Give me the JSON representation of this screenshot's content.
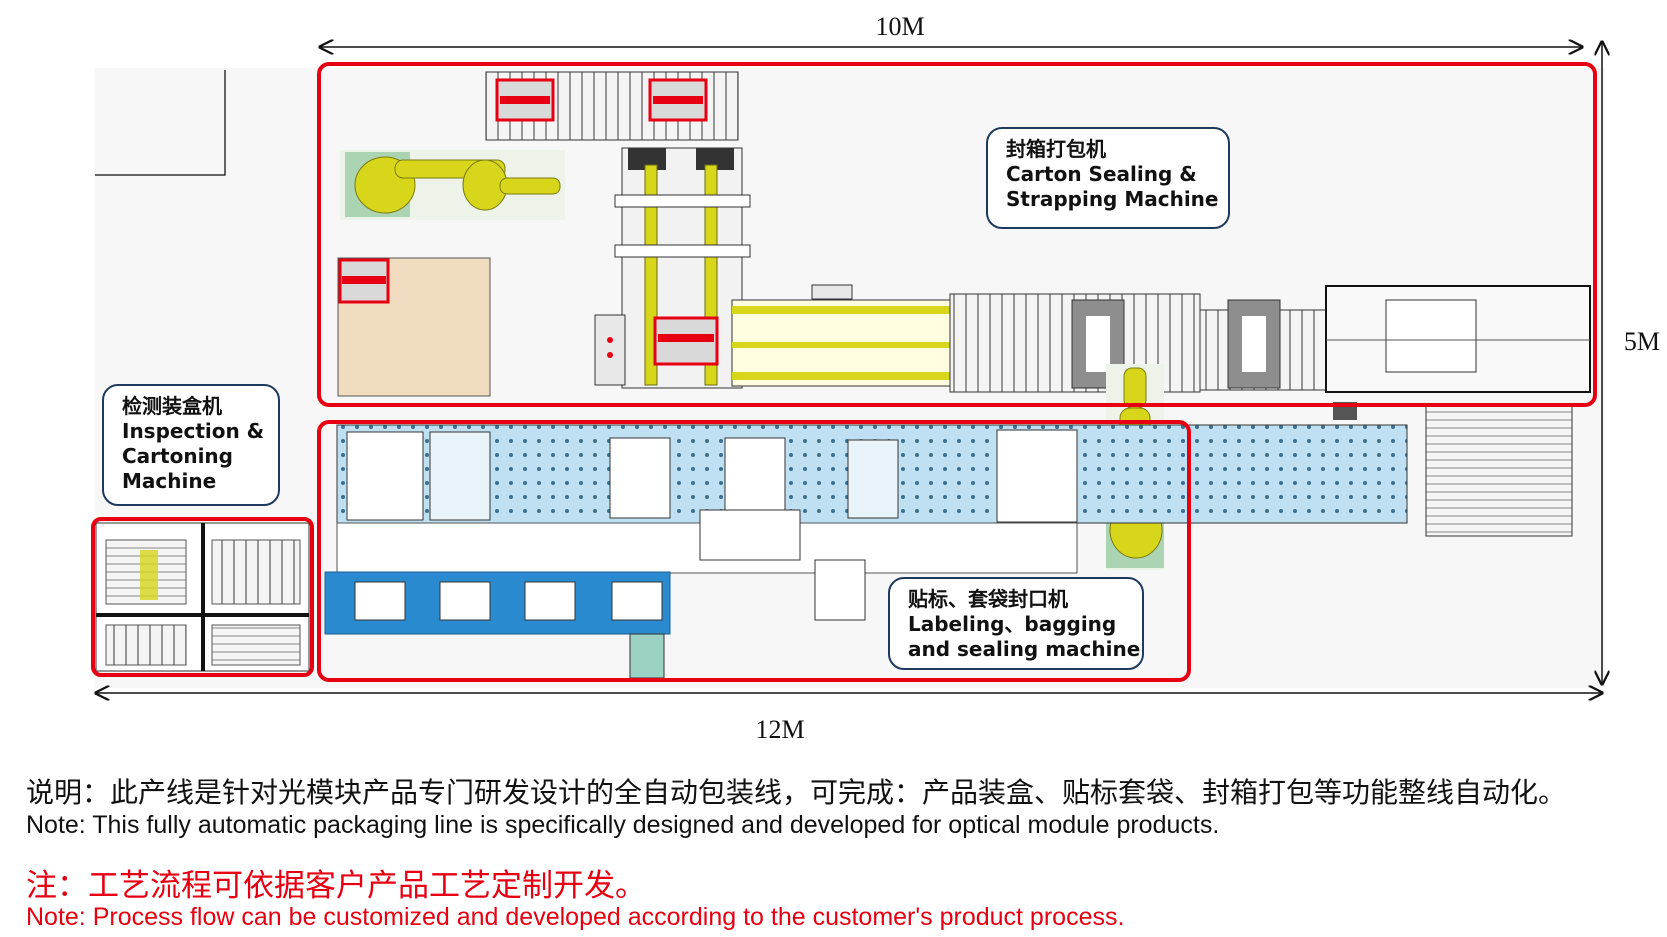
{
  "dimensions": {
    "top_width": "10M",
    "bottom_width": "12M",
    "right_height": "5M"
  },
  "callouts": {
    "carton_sealing": {
      "cn": "封箱打包机",
      "en1": "Carton Sealing &",
      "en2": "Strapping Machine"
    },
    "inspection": {
      "cn": "检测装盒机",
      "en1": "Inspection &",
      "en2": "Cartoning",
      "en3": "Machine"
    },
    "labeling": {
      "cn": "贴标、套袋封口机",
      "en1": "Labeling、bagging",
      "en2": "and sealing machine"
    }
  },
  "notes": {
    "description_cn": "说明：此产线是针对光模块产品专门研发设计的全自动包装线，可完成：产品装盒、贴标套袋、封箱打包等功能整线自动化。",
    "description_en": "Note: This fully automatic packaging line is specifically designed and developed for optical module products.",
    "custom_cn": "注：工艺流程可依据客户产品工艺定制开发。",
    "custom_en": "Note: Process flow can be customized and developed according to the customer's  product process."
  },
  "colors": {
    "zone_border": "#e60012",
    "callout_border": "#1f3a5f",
    "conveyor_blue": "#2a8ad0",
    "machine_light_blue": "#bfe0f2",
    "robot_yellow": "#d8d61a",
    "pallet_wood": "#f1dcc0"
  },
  "icons": [
    "robot-arm-icon",
    "strapping-machine-icon",
    "conveyor-icon",
    "pallet-icon"
  ]
}
